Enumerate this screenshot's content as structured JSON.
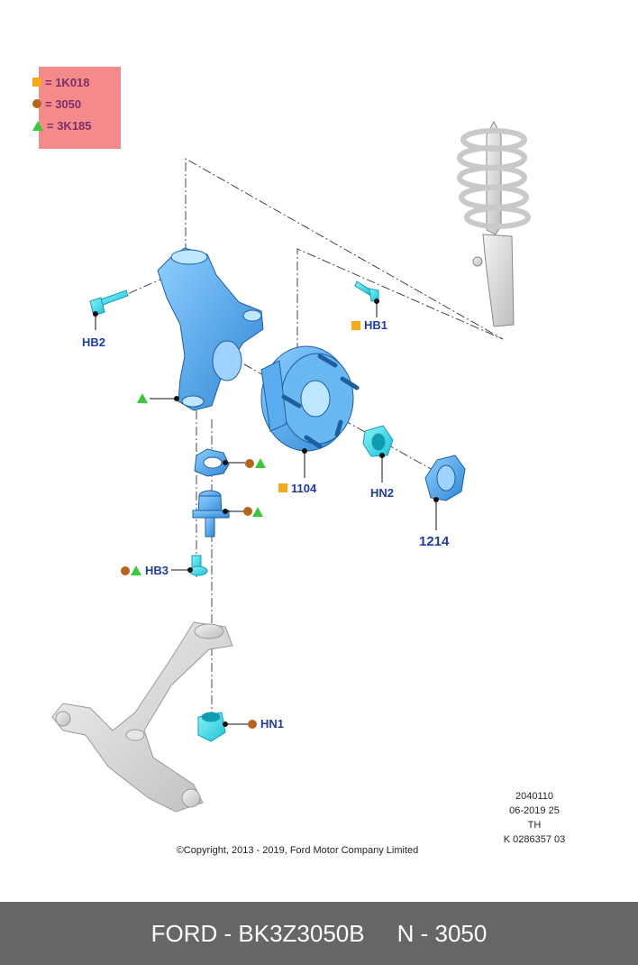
{
  "legend": [
    {
      "symbol": "square",
      "color": "#f5a81a",
      "text": "= 1K018"
    },
    {
      "symbol": "circle",
      "color": "#b5651d",
      "text": "= 3050"
    },
    {
      "symbol": "triangle",
      "color": "#3cc83c",
      "text": "= 3K185"
    }
  ],
  "callouts": {
    "hb1": "HB1",
    "hb2": "HB2",
    "hb3": "HB3",
    "hn1": "HN1",
    "hn2": "HN2",
    "p1104": "1104",
    "p1214": "1214"
  },
  "meta": {
    "line1": "2040110",
    "line2": "06-2019 25",
    "line3": "TH",
    "line4": "K 0286357 03"
  },
  "copyright": "©Copyright, 2013 - 2019, Ford Motor Company Limited",
  "footer": {
    "part": "FORD - BK3Z3050B",
    "ref": "N - 3050"
  },
  "colors": {
    "part_blue": "#4a9fe0",
    "part_cyan": "#35d6e6",
    "callout_text": "#1f3c9c",
    "footer_bg": "#666666"
  }
}
